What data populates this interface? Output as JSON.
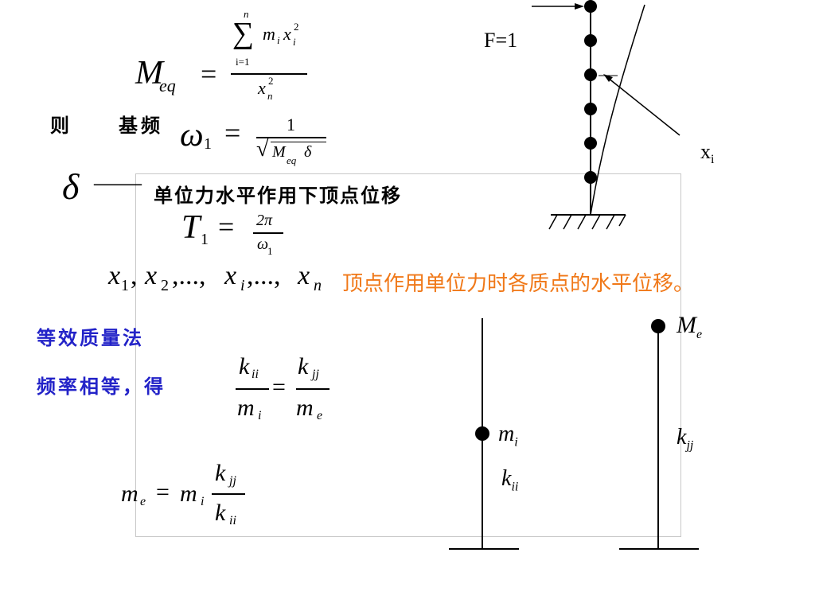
{
  "slide": {
    "m_eq_formula": {
      "lhs_symbol": "M",
      "lhs_sub": "eq",
      "equals": "=",
      "sum_top": "n",
      "sum_sign": "∑",
      "sum_bottom": "i=1",
      "num_m": "m",
      "num_m_sub": "i",
      "num_x": "x",
      "num_x_sub": "i",
      "num_x_sup": "2",
      "den_x": "x",
      "den_x_sub": "n",
      "den_x_sup": "2"
    },
    "then_label": "则",
    "fundamental_freq_label": "基频",
    "omega_formula": {
      "omega": "ω",
      "omega_sub": "1",
      "equals": "=",
      "num": "1",
      "sqrt": "√",
      "den_m": "M",
      "den_m_sub": "eq",
      "den_delta": "δ"
    },
    "delta_symbol": "δ",
    "delta_dash": "——",
    "delta_desc": "单位力水平作用下顶点位移",
    "period_formula": {
      "T": "T",
      "T_sub": "1",
      "equals": "=",
      "num": "2π",
      "den": "ω",
      "den_sub": "1"
    },
    "displacement_list": {
      "x1": "x",
      "x1_sub": "1",
      "comma1": ",",
      "x2": "x",
      "x2_sub": "2",
      "dots1": ",...,",
      "xi": "x",
      "xi_sub": "i",
      "dots2": ",...,",
      "xn": "x",
      "xn_sub": "n"
    },
    "displacement_desc": "顶点作用单位力时各质点的水平位移。",
    "equiv_mass_label": "等效质量法",
    "equal_freq_label": "频率相等，得",
    "ratio_formula": {
      "k1": "k",
      "k1_sub": "ii",
      "m1": "m",
      "m1_sub": "i",
      "equals": "=",
      "k2": "k",
      "k2_sub": "jj",
      "m2": "m",
      "m2_sub": "e"
    },
    "me_formula": {
      "me": "m",
      "me_sub": "e",
      "equals": "=",
      "mi": "m",
      "mi_sub": "i",
      "kjj": "k",
      "kjj_sub": "jj",
      "kii": "k",
      "kii_sub": "ii"
    },
    "diagram": {
      "force_label": "F=1",
      "xi_label": "x",
      "xi_label_sub": "i",
      "mass_count": 6,
      "mi_label": "m",
      "mi_label_sub": "i",
      "kii_label": "k",
      "kii_label_sub": "ii",
      "me_label": "M",
      "me_label_sub": "e",
      "kjj_label": "k",
      "kjj_label_sub": "jj"
    },
    "colors": {
      "blue_text": "#2323c8",
      "orange_text": "#f07818",
      "frame": "#c8c8c8"
    }
  }
}
